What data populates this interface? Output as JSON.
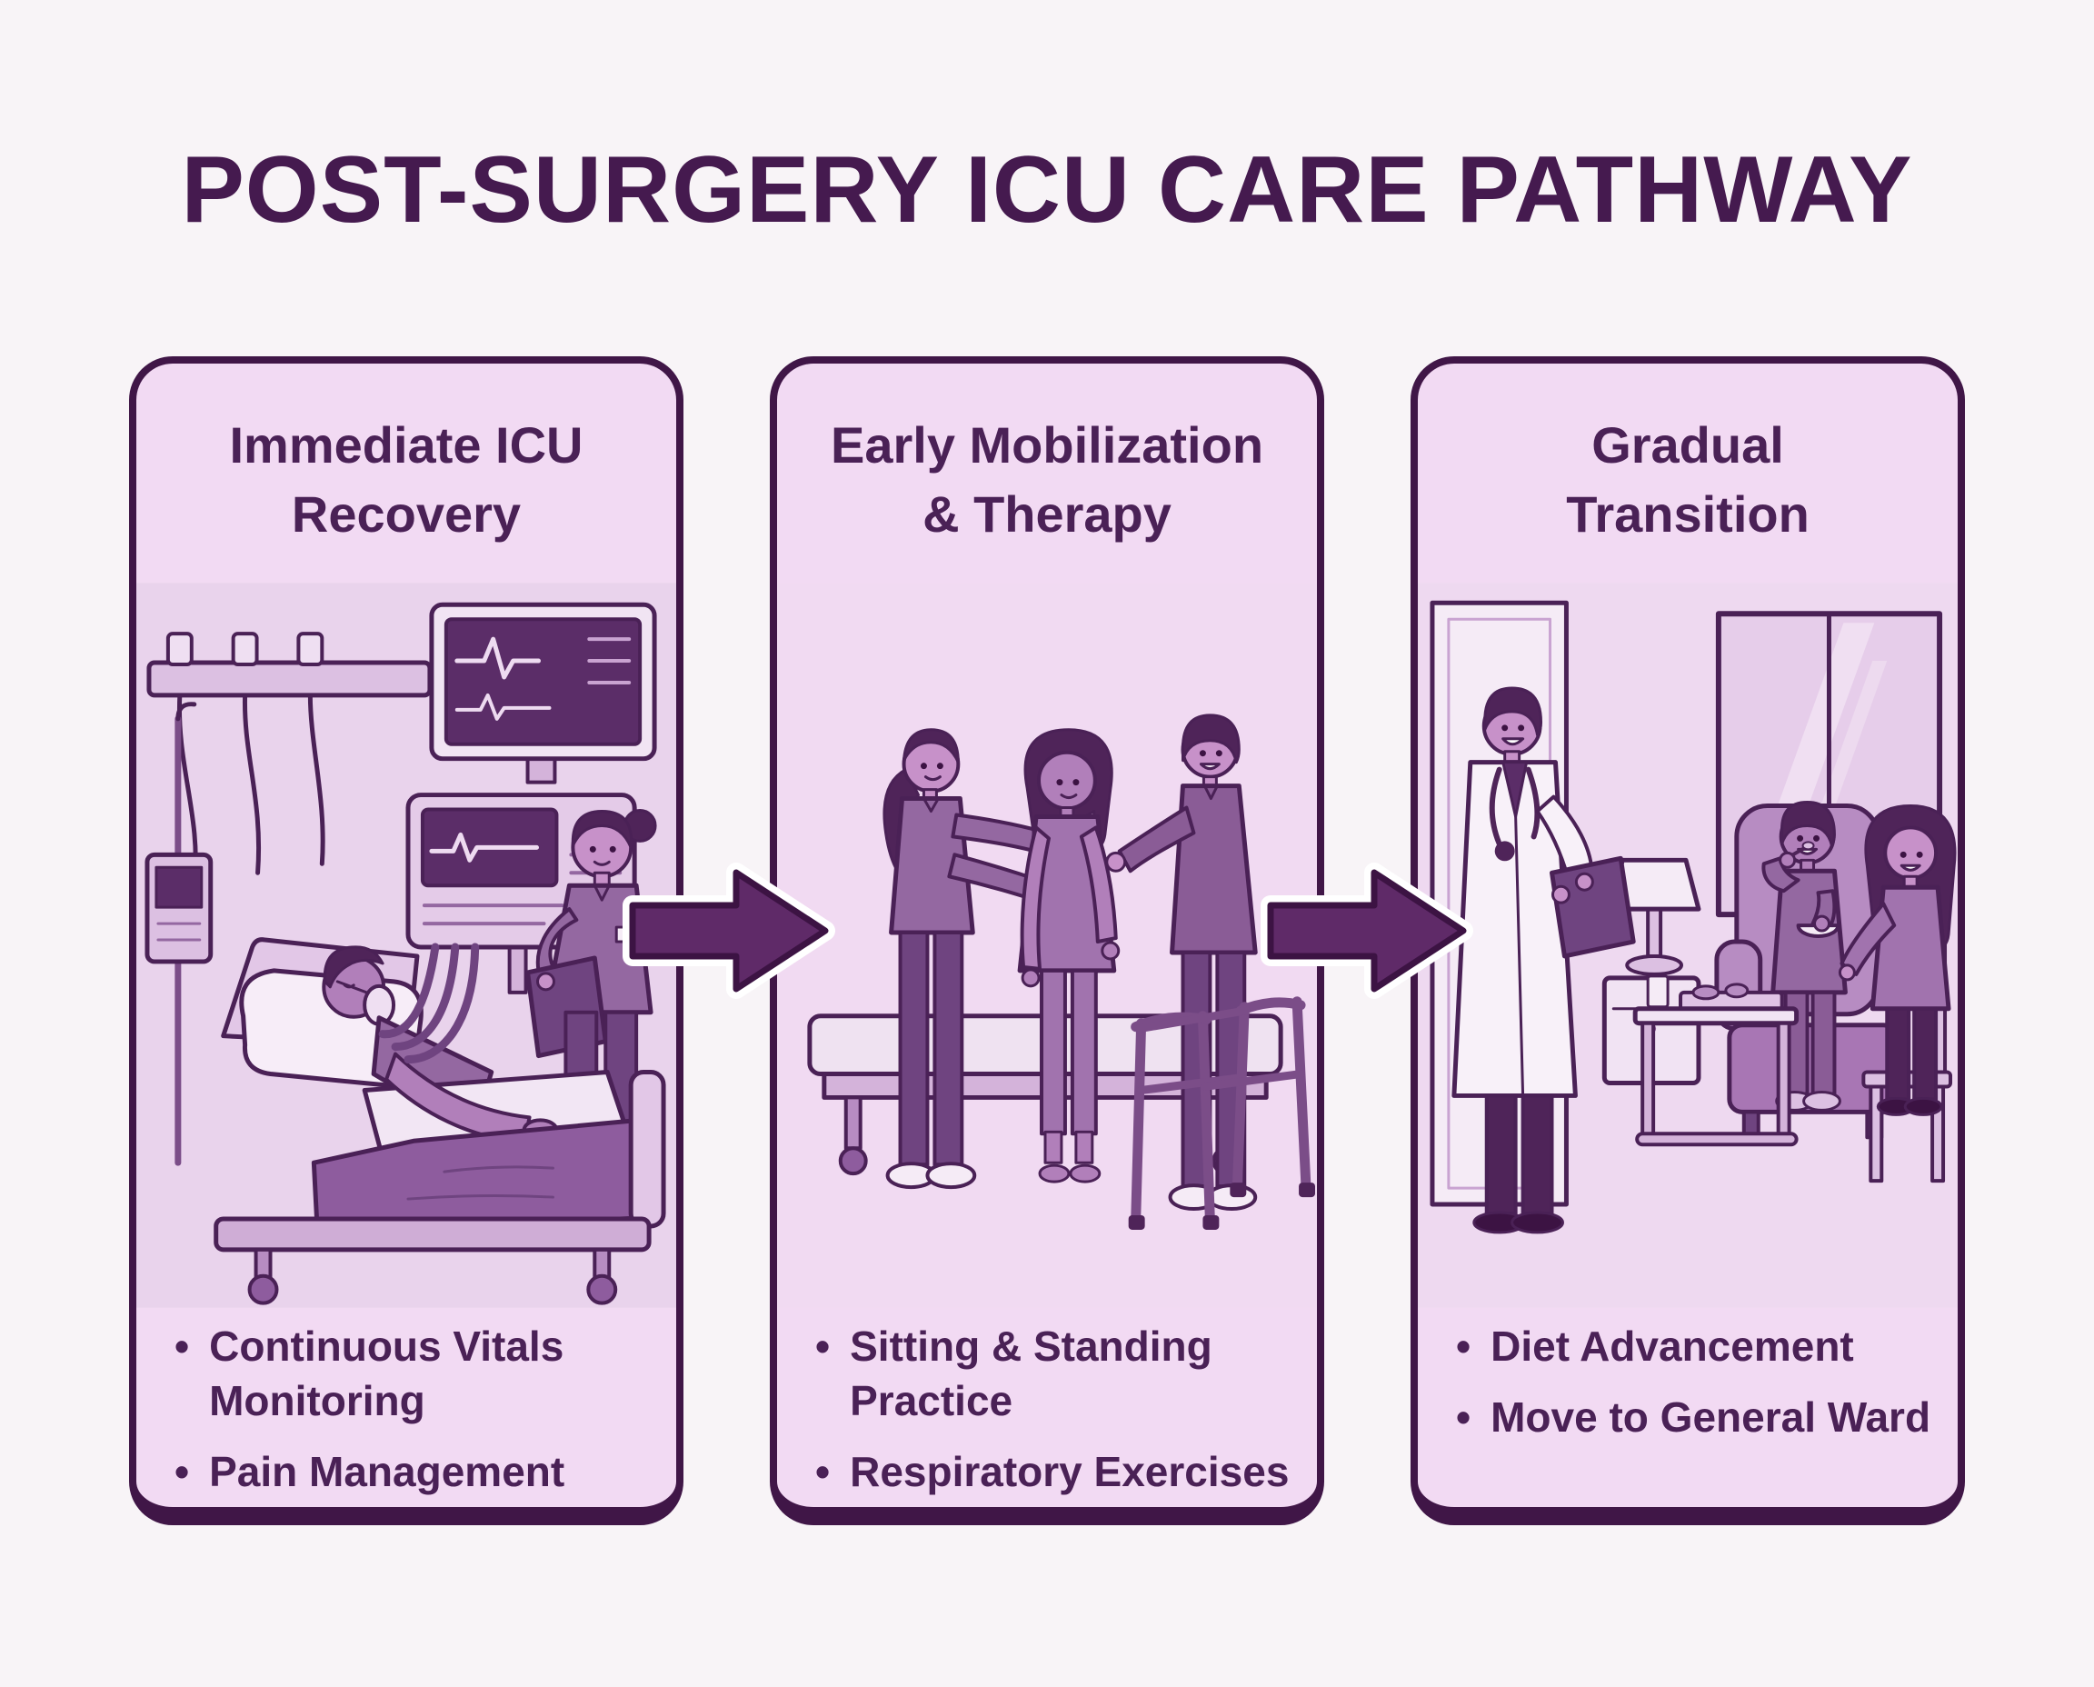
{
  "title": "POST-SURGERY ICU CARE PATHWAY",
  "colors": {
    "page_background": "#f8f4f7",
    "panel_fill": "#f2daf3",
    "panel_border": "#401647",
    "title_color": "#451a4f",
    "text_color": "#4a2156",
    "arrow_fill": "#5f2a68",
    "arrow_outline": "#3c1343",
    "arrow_halo": "#ffffff",
    "illustration_wall": "#e9d3ec",
    "illustration_outline": "#4a2156"
  },
  "panels": [
    {
      "id": "immediate-icu-recovery",
      "heading_line1": "Immediate ICU",
      "heading_line2": "Recovery",
      "illustration": "patient-in-icu-bed-with-oxygen-mask-monitors-and-nurse",
      "bullets": [
        "Continuous Vitals Monitoring",
        "Pain Management"
      ]
    },
    {
      "id": "early-mobilization-therapy",
      "heading_line1": "Early Mobilization",
      "heading_line2": "& Therapy",
      "illustration": "two-therapists-helping-patient-sit-on-bed-with-walker",
      "bullets": [
        "Sitting & Standing Practice",
        "Respiratory Exercises"
      ]
    },
    {
      "id": "gradual-transition",
      "heading_line1": "Gradual",
      "heading_line2": "Transition",
      "illustration": "doctor-with-chart-patient-eating-in-armchair-family-member",
      "bullets": [
        "Diet Advancement",
        "Move to General Ward"
      ]
    }
  ],
  "arrows": [
    {
      "name": "arrow-right-1",
      "direction": "right"
    },
    {
      "name": "arrow-right-2",
      "direction": "right"
    }
  ]
}
